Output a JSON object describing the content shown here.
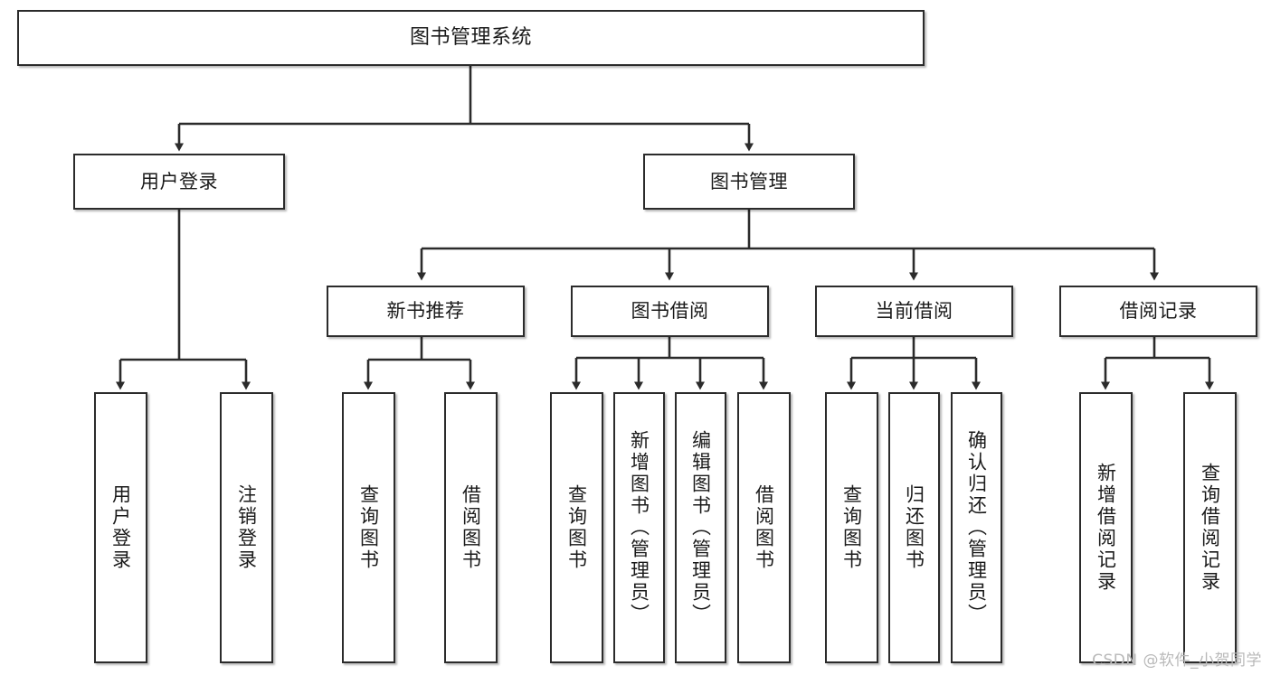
{
  "diagram": {
    "title_node": {
      "label": "图书管理系统"
    },
    "level2": [
      {
        "id": "user-login",
        "label": "用户登录"
      },
      {
        "id": "book-manage",
        "label": "图书管理"
      }
    ],
    "level3": [
      {
        "id": "new-book-recommend",
        "label": "新书推荐"
      },
      {
        "id": "book-borrow",
        "label": "图书借阅"
      },
      {
        "id": "current-borrow",
        "label": "当前借阅"
      },
      {
        "id": "borrow-record",
        "label": "借阅记录"
      }
    ],
    "leaves": [
      {
        "id": "leaf-user-login",
        "label": "用户登录",
        "parent": "user-login"
      },
      {
        "id": "leaf-logout-login",
        "label": "注销登录",
        "parent": "user-login"
      },
      {
        "id": "leaf-query-book-1",
        "label": "查询图书",
        "parent": "new-book-recommend"
      },
      {
        "id": "leaf-borrow-book-1",
        "label": "借阅图书",
        "parent": "new-book-recommend"
      },
      {
        "id": "leaf-query-book-2",
        "label": "查询图书",
        "parent": "book-borrow"
      },
      {
        "id": "leaf-add-book",
        "label": "新增图书（管理员）",
        "parent": "book-borrow"
      },
      {
        "id": "leaf-edit-book",
        "label": "编辑图书（管理员）",
        "parent": "book-borrow"
      },
      {
        "id": "leaf-borrow-book-2",
        "label": "借阅图书",
        "parent": "book-borrow"
      },
      {
        "id": "leaf-query-book-3",
        "label": "查询图书",
        "parent": "current-borrow"
      },
      {
        "id": "leaf-return-book",
        "label": "归还图书",
        "parent": "current-borrow"
      },
      {
        "id": "leaf-confirm-return",
        "label": "确认归还（管理员）",
        "parent": "current-borrow"
      },
      {
        "id": "leaf-add-borrow-record",
        "label": "新增借阅记录",
        "parent": "borrow-record"
      },
      {
        "id": "leaf-query-borrow-record",
        "label": "查询借阅记录",
        "parent": "borrow-record"
      }
    ]
  },
  "watermark": {
    "text": "CSDN @软件_小贺同学"
  },
  "colors": {
    "node_border": "#2b2b2b",
    "node_fill": "#ffffff",
    "connector": "#2b2b2b",
    "text": "#1a1a1a",
    "watermark": "#b9b9b9",
    "background": "#ffffff"
  }
}
